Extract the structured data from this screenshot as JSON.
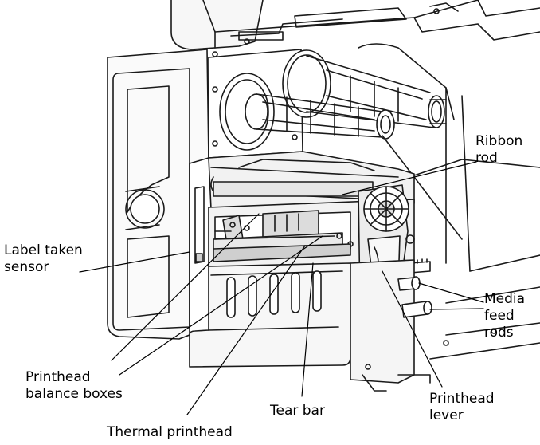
{
  "colors": {
    "line": "#1a1a1a",
    "panel_fill": "#f2f2f2",
    "highlight_fill": "#dcdcdc",
    "background": "#ffffff"
  },
  "callouts": {
    "ribbon_rod": {
      "line1": "Ribbon",
      "line2": "rod"
    },
    "label_taken_sensor": {
      "line1": "Label taken",
      "line2": "sensor"
    },
    "media_feed_rods": {
      "line1": "Media",
      "line2": "feed",
      "line3": "rods"
    },
    "printhead_balance_boxes": {
      "line1": "Printhead",
      "line2": "balance boxes"
    },
    "tear_bar": {
      "line1": "Tear bar"
    },
    "printhead_lever": {
      "line1": "Printhead",
      "line2": "lever"
    },
    "thermal_printhead": {
      "line1": "Thermal printhead"
    }
  }
}
